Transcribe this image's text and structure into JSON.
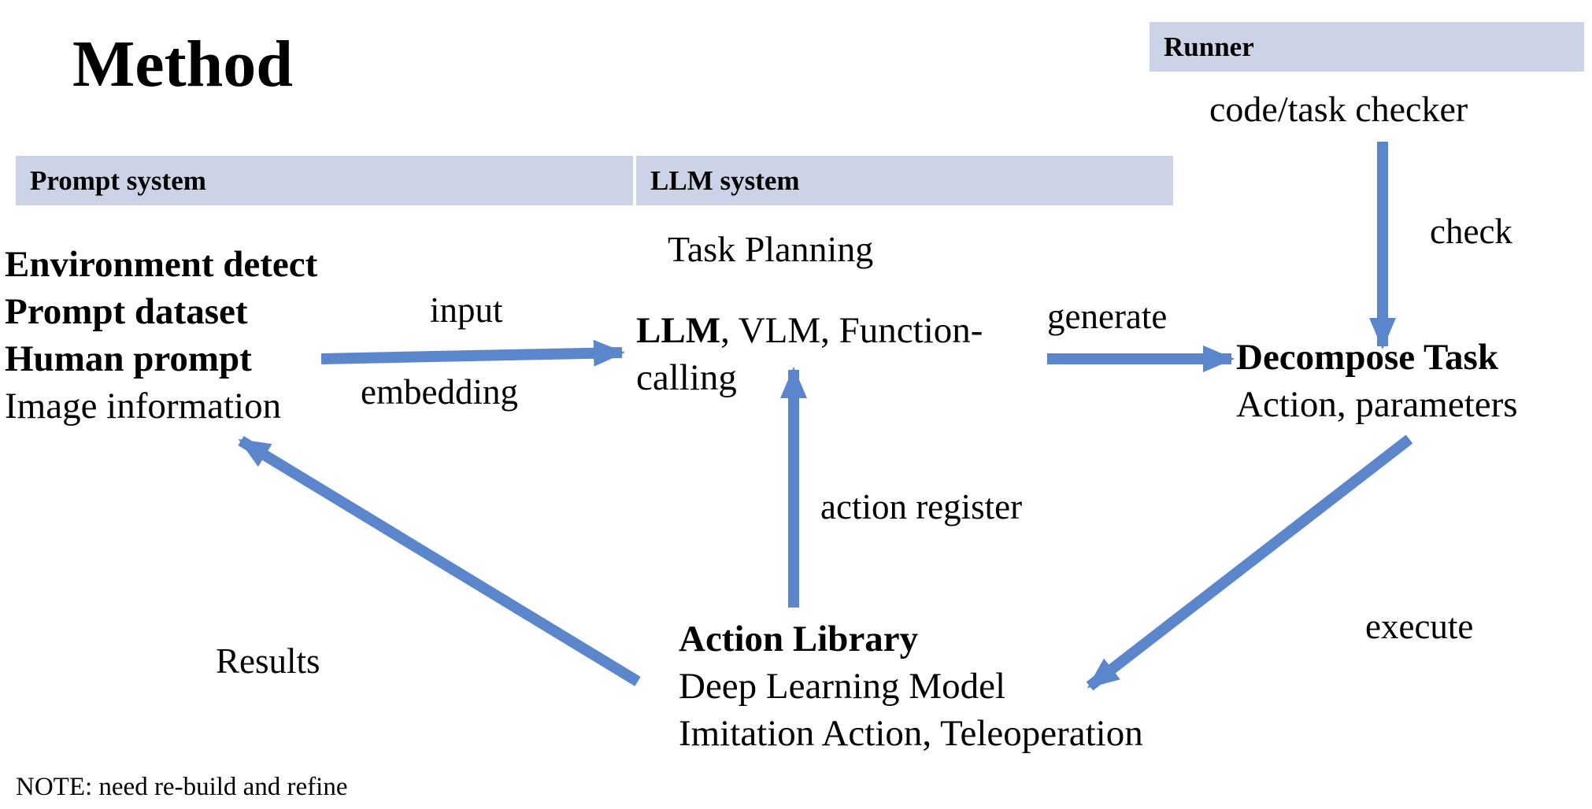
{
  "title": "Method",
  "sections": {
    "prompt_system": "Prompt system",
    "llm_system": "LLM system",
    "runner": "Runner"
  },
  "runner_node": {
    "label": "code/task checker"
  },
  "prompt_node": {
    "line1": "Environment detect",
    "line2": "Prompt dataset",
    "line3": "Human prompt",
    "line4": "Image information"
  },
  "llm_node": {
    "heading": "Task Planning",
    "llm": "LLM",
    "sep1": ", ",
    "vlm": "VLM",
    "sep2": ", ",
    "function": "Function-",
    "calling": "calling"
  },
  "decompose_node": {
    "heading": "Decompose Task",
    "action": "Action",
    "sep": ", ",
    "params": "parameters"
  },
  "action_library_node": {
    "heading": "Action Library",
    "line1": "Deep Learning Model",
    "line2_a": "Imitation Action",
    "line2_sep": ", ",
    "line2_b": "Teleoperation"
  },
  "edge_labels": {
    "input": "input",
    "embedding": "embedding",
    "generate": "generate",
    "check": "check",
    "action_register": "action register",
    "execute": "execute",
    "results": "Results"
  },
  "note": "NOTE: need re-build and refine",
  "colors": {
    "arrow": "#5b86cc",
    "header_bar": "#ccd3e6",
    "text": "#000000"
  }
}
